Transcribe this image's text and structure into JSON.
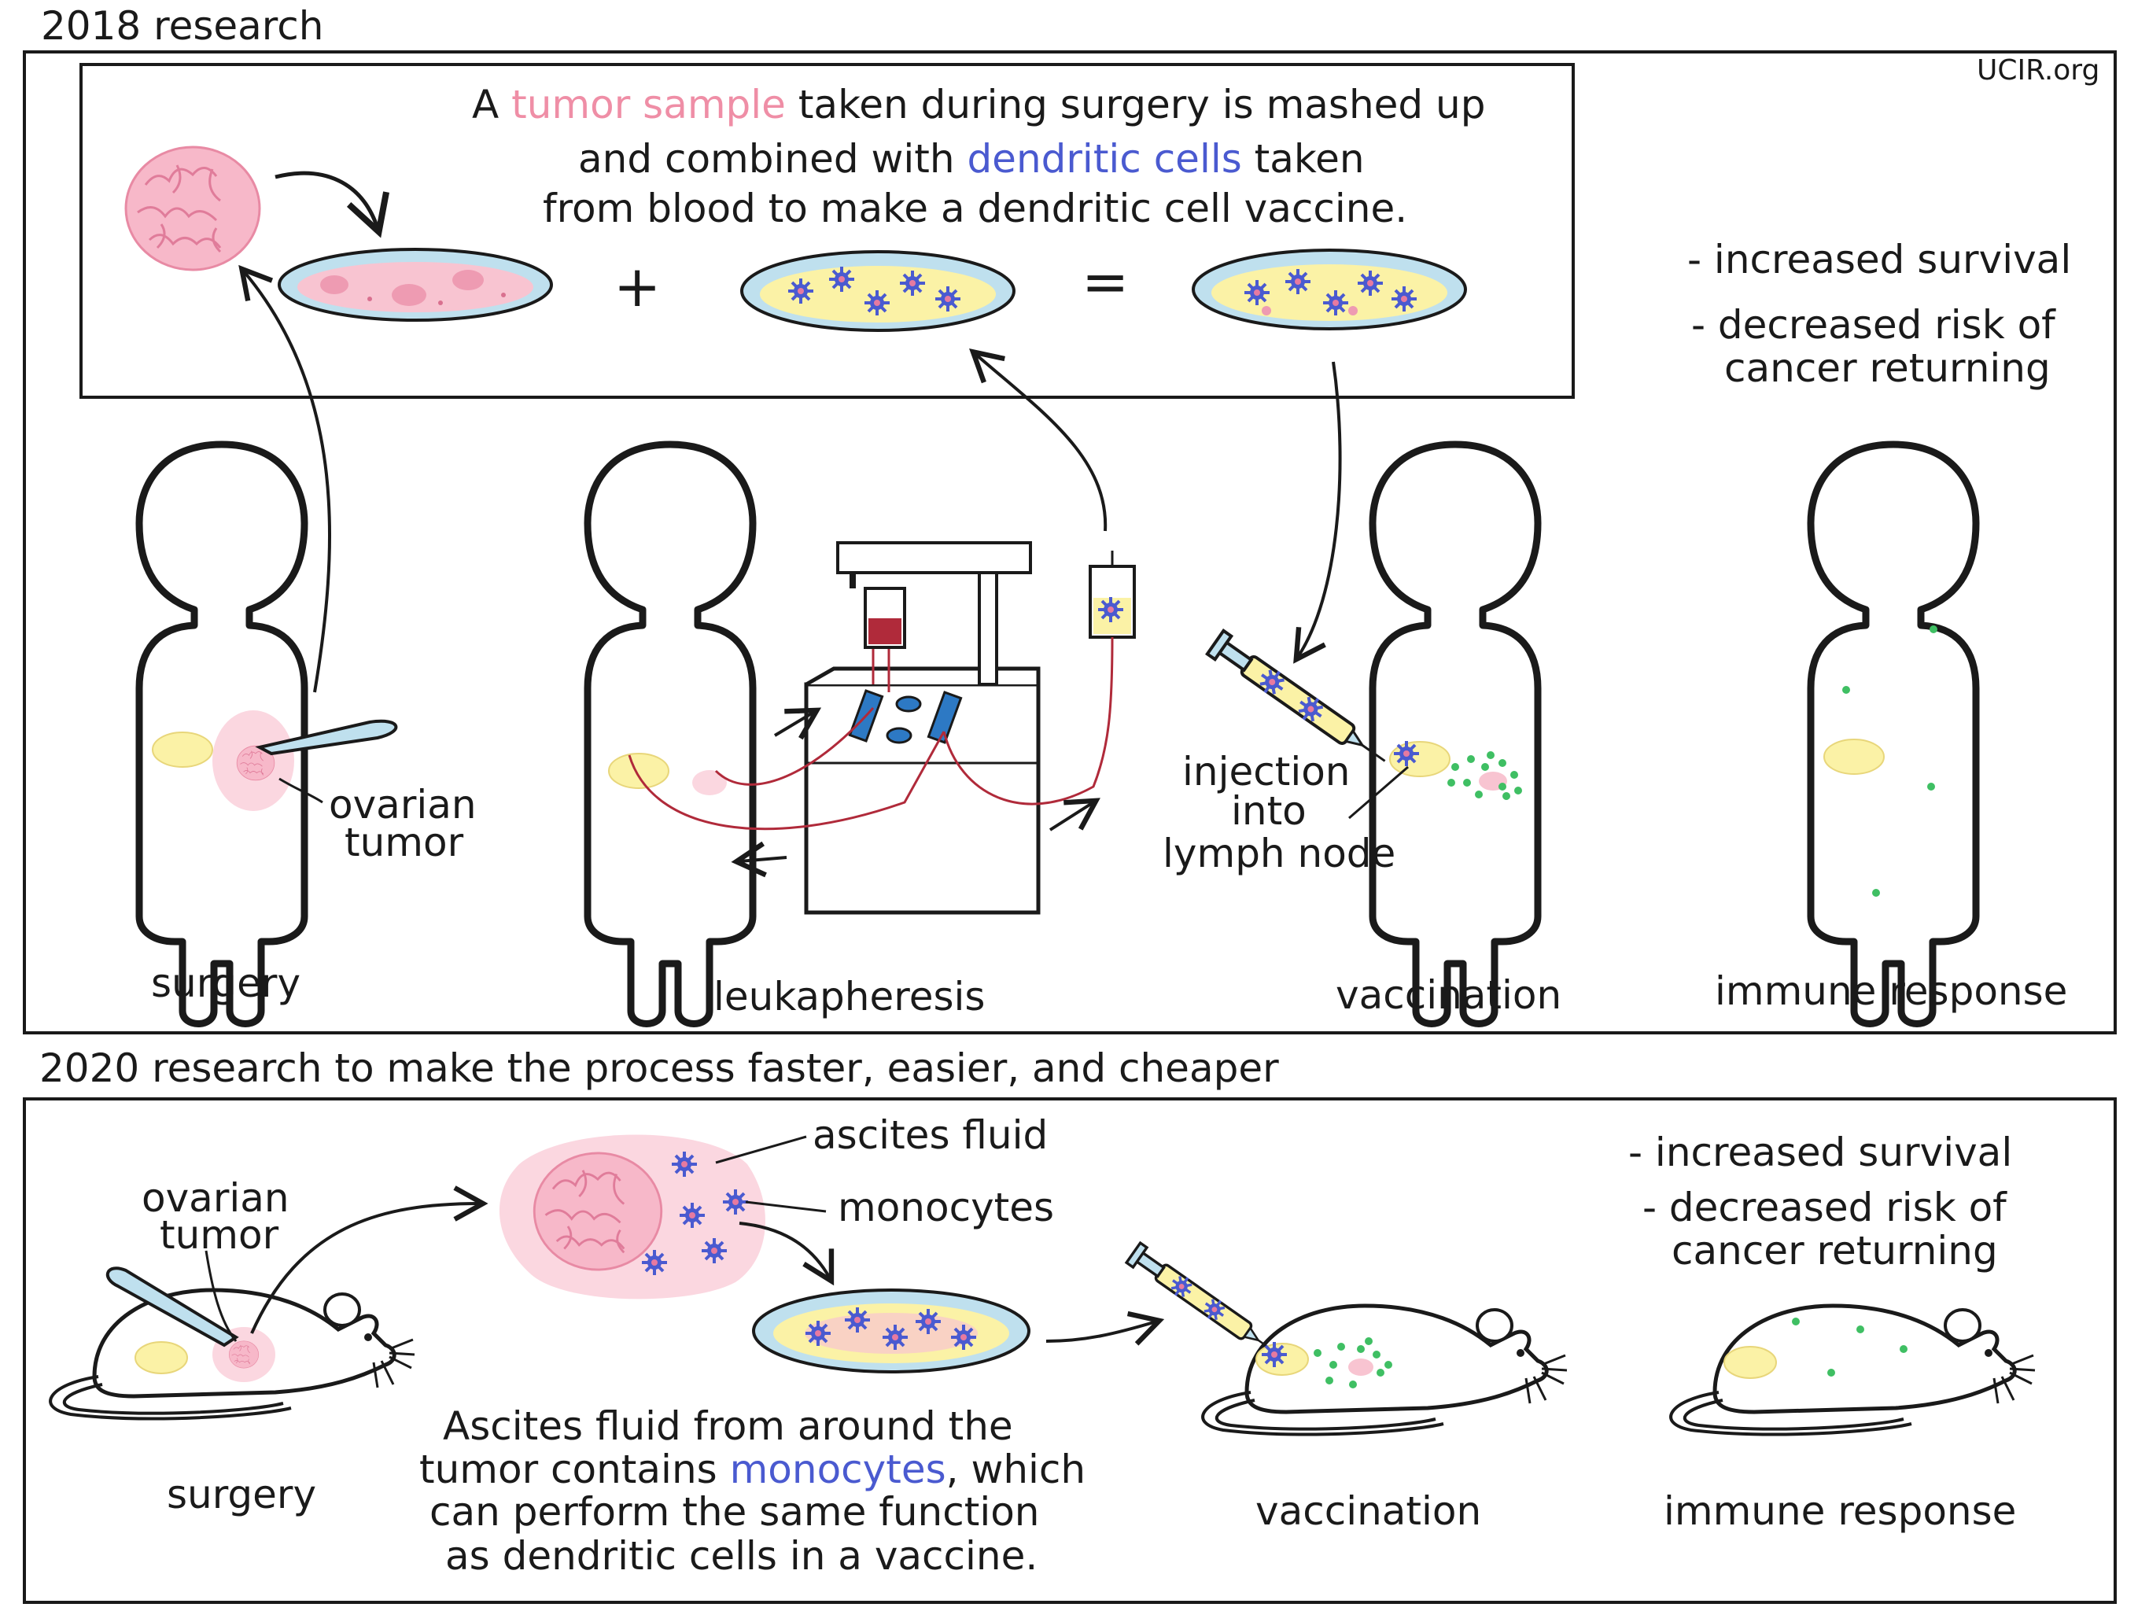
{
  "site": "UCIR.org",
  "section_2018": {
    "title": "2018 research",
    "description": {
      "line1_pre": "A ",
      "line1_tumor": "tumor sample",
      "line1_post": " taken during surgery is mashed up",
      "line2_pre": "and combined with ",
      "line2_dendritic": "dendritic cells",
      "line2_post": " taken",
      "line3": "from blood  to make  a  dendritic cell vaccine."
    },
    "equation": {
      "plus": "+",
      "equals": "="
    },
    "outcomes": [
      "- increased survival",
      "- decreased risk of",
      "cancer returning"
    ],
    "steps": [
      "surgery",
      "leukapheresis",
      "vaccination",
      "immune  response"
    ],
    "ovarian_tumor_label": [
      "ovarian",
      "tumor"
    ],
    "injection_label": [
      "injection",
      "into",
      "lymph node"
    ]
  },
  "section_2020": {
    "title": "2020 research to make the process faster, easier, and cheaper",
    "ovarian_tumor_label": [
      "ovarian",
      "tumor"
    ],
    "ascites_label": "ascites fluid",
    "monocytes_label": "monocytes",
    "description": {
      "line1": "Ascites fluid from around the",
      "line2_pre": "tumor contains ",
      "line2_mono": "monocytes",
      "line2_post": ", which",
      "line3": "can perform the same function",
      "line4": "as dendritic cells in a vaccine."
    },
    "outcomes": [
      "- increased survival",
      "- decreased risk of",
      "cancer returning"
    ],
    "steps": [
      "surgery",
      "vaccination",
      "immune  response"
    ]
  },
  "colors": {
    "tumor_pink": "#f5b5c6",
    "tumor_text": "#ef8ea6",
    "dendritic_blue": "#4a5ad0",
    "dish_blue": "#bfe0ee",
    "yellow": "#fbf2a6",
    "blood_red": "#b02a3a",
    "machine_blue": "#2d79c4",
    "green": "#3fbf63"
  }
}
